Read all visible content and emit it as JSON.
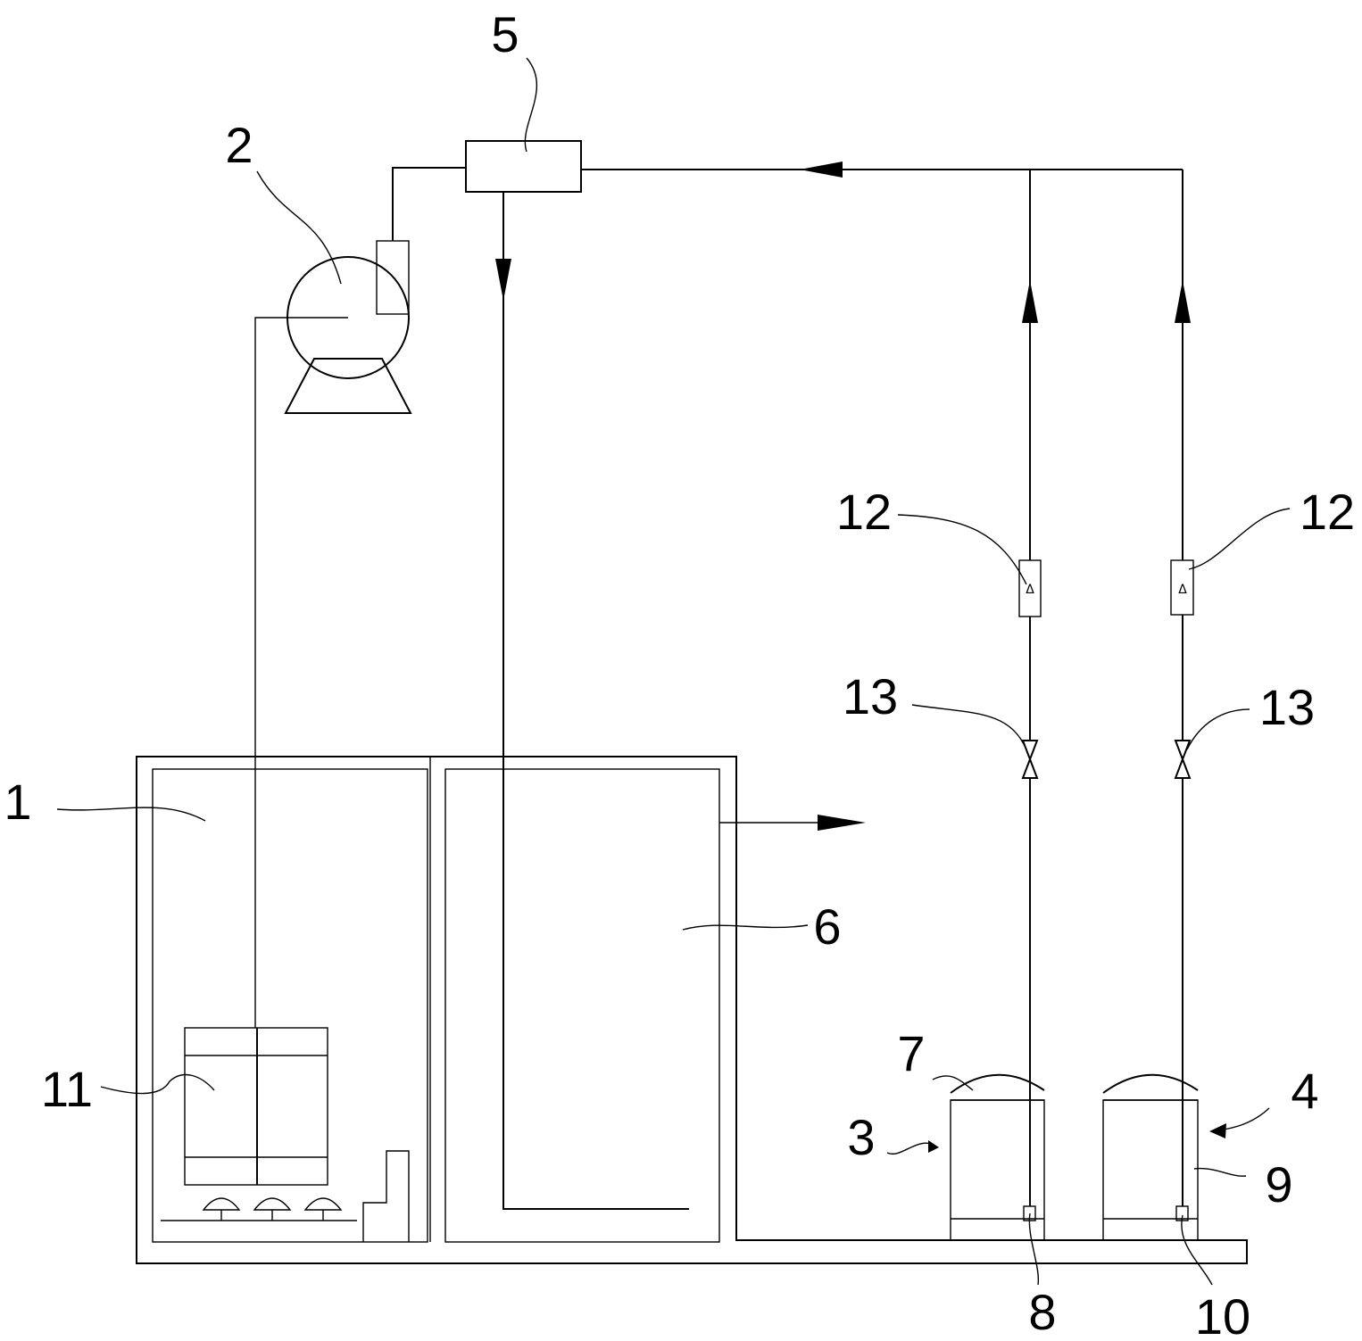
{
  "labels": {
    "l1": "1",
    "l2": "2",
    "l3": "3",
    "l4": "4",
    "l5": "5",
    "l6": "6",
    "l7": "7",
    "l8": "8",
    "l9": "9",
    "l10": "10",
    "l11": "11",
    "l12a": "12",
    "l12b": "12",
    "l13a": "13",
    "l13b": "13",
    "triangle_glyph": "Δ"
  }
}
